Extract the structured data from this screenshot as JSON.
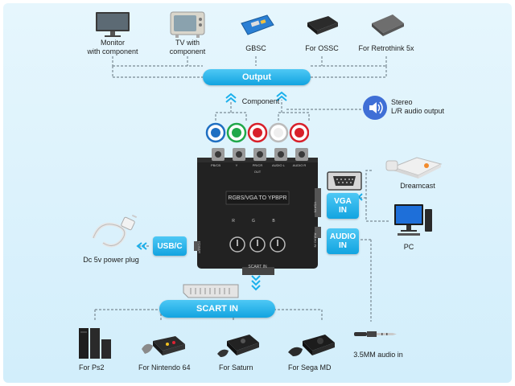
{
  "colors": {
    "accent": "#1ab0ec",
    "background": "#dff3fc",
    "line": "#7a8a94"
  },
  "output": {
    "label": "Output",
    "devices": [
      {
        "label": "Monitor\nwith component",
        "icon": "monitor-icon"
      },
      {
        "label": "TV with\ncomponent",
        "icon": "crt-tv-icon"
      },
      {
        "label": "GBSC",
        "icon": "gbsc-board-icon"
      },
      {
        "label": "For OSSC",
        "icon": "ossc-box-icon"
      },
      {
        "label": "For Retrothink 5x",
        "icon": "retrotink-box-icon"
      }
    ]
  },
  "component_label": "Component",
  "stereo_label": "Stereo\nL/R audio output",
  "device": {
    "title": "RGBS/VGA TO YPBPR",
    "port_labels": [
      "PB/CB",
      "Y",
      "PR/CR",
      "AUDIO L",
      "AUDIO R"
    ],
    "out_label": "OUT",
    "scart_label": "SCART IN",
    "knob_labels": [
      "R",
      "G",
      "B"
    ],
    "side_label_vga": "VGA IN",
    "side_label_audio": "AUDIO IN",
    "side_label_power": "POWER"
  },
  "right_inputs": {
    "vga_label": "VGA\nIN",
    "audio_label": "AUDIO\nIN",
    "dreamcast_label": "Dreamcast",
    "pc_label": "PC",
    "audio_in_label": "3.5MM audio in"
  },
  "power": {
    "usbc_label": "USB/C",
    "plug_label": "Dc 5v power plug"
  },
  "scart": {
    "label": "SCART IN",
    "devices": [
      {
        "label": "For  Ps2",
        "icon": "ps2-console-icon"
      },
      {
        "label": "For Nintendo 64",
        "icon": "n64-console-icon"
      },
      {
        "label": "For Saturn",
        "icon": "saturn-console-icon"
      },
      {
        "label": "For Sega MD",
        "icon": "sega-md-console-icon"
      }
    ]
  }
}
